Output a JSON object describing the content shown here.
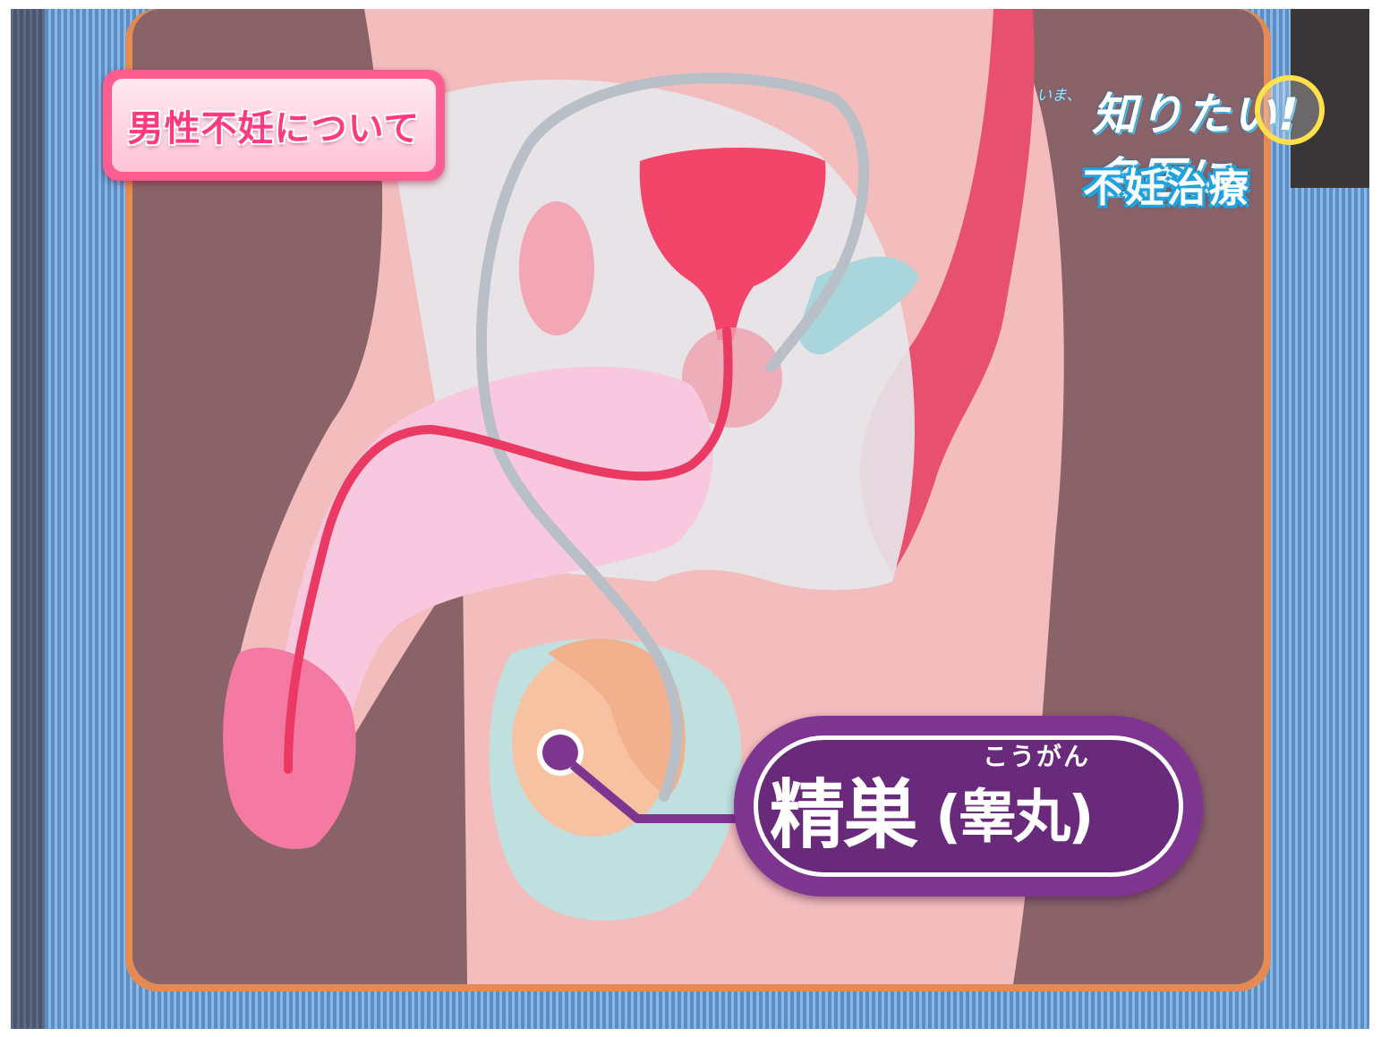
{
  "caption": {
    "text": "男性不妊について"
  },
  "logo": {
    "small_text": "いま、",
    "script_text": "知りたい!名医に",
    "subtitle": "不妊治療"
  },
  "label": {
    "main": "精巣",
    "paren": "(睾丸)",
    "ruby": "こうがん"
  },
  "colors": {
    "frame_blue": "#5c8fc6",
    "panel_brown": "#8a6368",
    "body_pink": "#f4bdbd",
    "organ_red": "#f0456c",
    "label_purple": "#7e358f",
    "caption_pink": "#ff5d92",
    "testis_peach": "#f6c2a1",
    "scrotum_teal": "#bfe0df"
  }
}
